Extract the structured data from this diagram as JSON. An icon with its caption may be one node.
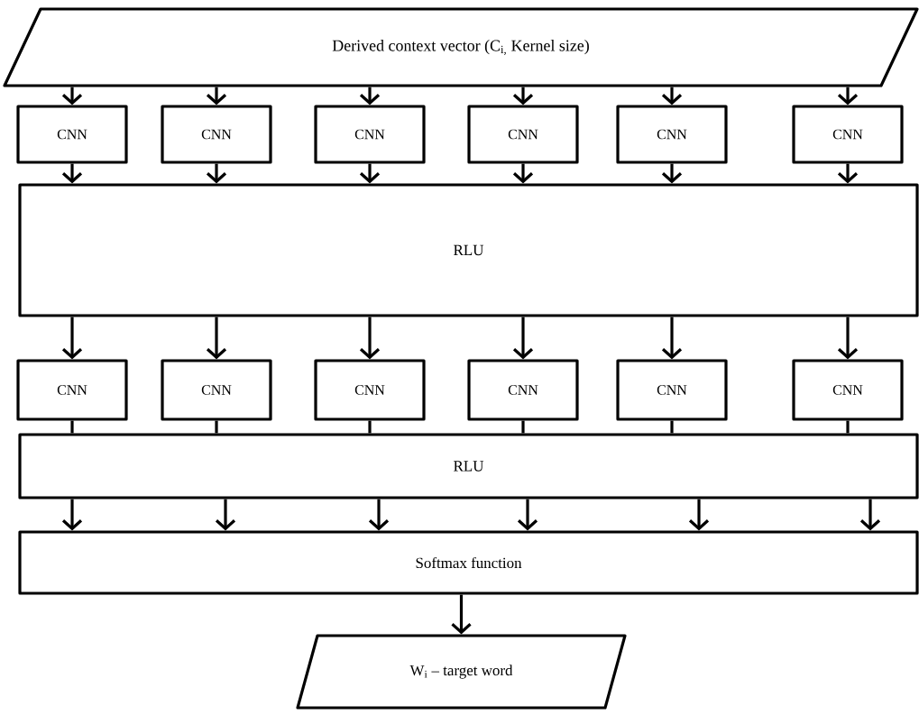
{
  "diagram": {
    "nodes": [
      {
        "text": [
          "Derived context vector (C$_{i,}$ Kernel size)"
        ]
      },
      {
        "text": [
          "CNN"
        ]
      },
      {
        "text": [
          "CNN"
        ]
      },
      {
        "text": [
          "CNN"
        ]
      },
      {
        "text": [
          "CNN"
        ]
      },
      {
        "text": [
          "CNN"
        ]
      },
      {
        "text": [
          "CNN"
        ]
      },
      {
        "text": [
          "RLU"
        ]
      },
      {
        "text": [
          "CNN"
        ]
      },
      {
        "text": [
          "CNN"
        ]
      },
      {
        "text": [
          "CNN"
        ]
      },
      {
        "text": [
          "CNN"
        ]
      },
      {
        "text": [
          "CNN"
        ]
      },
      {
        "text": [
          "CNN"
        ]
      },
      {
        "text": [
          "RLU"
        ]
      },
      {
        "text": [
          "Softmax function"
        ]
      },
      {
        "text": [
          "W$_{i}$ – target word"
        ]
      }
    ],
    "edges": [
      {
        "from": 0,
        "to": 1,
        "arrow": "to"
      },
      {
        "from": 0,
        "to": 2,
        "arrow": "to"
      },
      {
        "from": 0,
        "to": 3,
        "arrow": "to"
      },
      {
        "from": 0,
        "to": 4,
        "arrow": "to"
      },
      {
        "from": 0,
        "to": 5,
        "arrow": "to"
      },
      {
        "from": 0,
        "to": 6,
        "arrow": "to"
      },
      {
        "from": 1,
        "to": 7,
        "arrow": "to"
      },
      {
        "from": 2,
        "to": 7,
        "arrow": "to"
      },
      {
        "from": 3,
        "to": 7,
        "arrow": "to"
      },
      {
        "from": 4,
        "to": 7,
        "arrow": "to"
      },
      {
        "from": 5,
        "to": 7,
        "arrow": "to"
      },
      {
        "from": 6,
        "to": 7,
        "arrow": "to"
      },
      {
        "from": 7,
        "to": 8,
        "arrow": "to"
      },
      {
        "from": 7,
        "to": 9,
        "arrow": "to"
      },
      {
        "from": 7,
        "to": 10,
        "arrow": "to"
      },
      {
        "from": 7,
        "to": 11,
        "arrow": "to"
      },
      {
        "from": 7,
        "to": 12,
        "arrow": "to"
      },
      {
        "from": 7,
        "to": 13,
        "arrow": "to"
      },
      {
        "from": 8,
        "to": 14,
        "arrow": "none"
      },
      {
        "from": 9,
        "to": 14,
        "arrow": "none"
      },
      {
        "from": 10,
        "to": 14,
        "arrow": "none"
      },
      {
        "from": 11,
        "to": 14,
        "arrow": "none"
      },
      {
        "from": 12,
        "to": 14,
        "arrow": "none"
      },
      {
        "from": 13,
        "to": 14,
        "arrow": "none"
      },
      {
        "from": 14,
        "to": 15,
        "arrow": "to"
      },
      {
        "from": 14,
        "to": 15,
        "arrow": "to"
      },
      {
        "from": 14,
        "to": 15,
        "arrow": "to"
      },
      {
        "from": 14,
        "to": 15,
        "arrow": "to"
      },
      {
        "from": 14,
        "to": 15,
        "arrow": "to"
      },
      {
        "from": 14,
        "to": 15,
        "arrow": "to"
      },
      {
        "from": 15,
        "to": 16,
        "arrow": "to"
      }
    ]
  }
}
